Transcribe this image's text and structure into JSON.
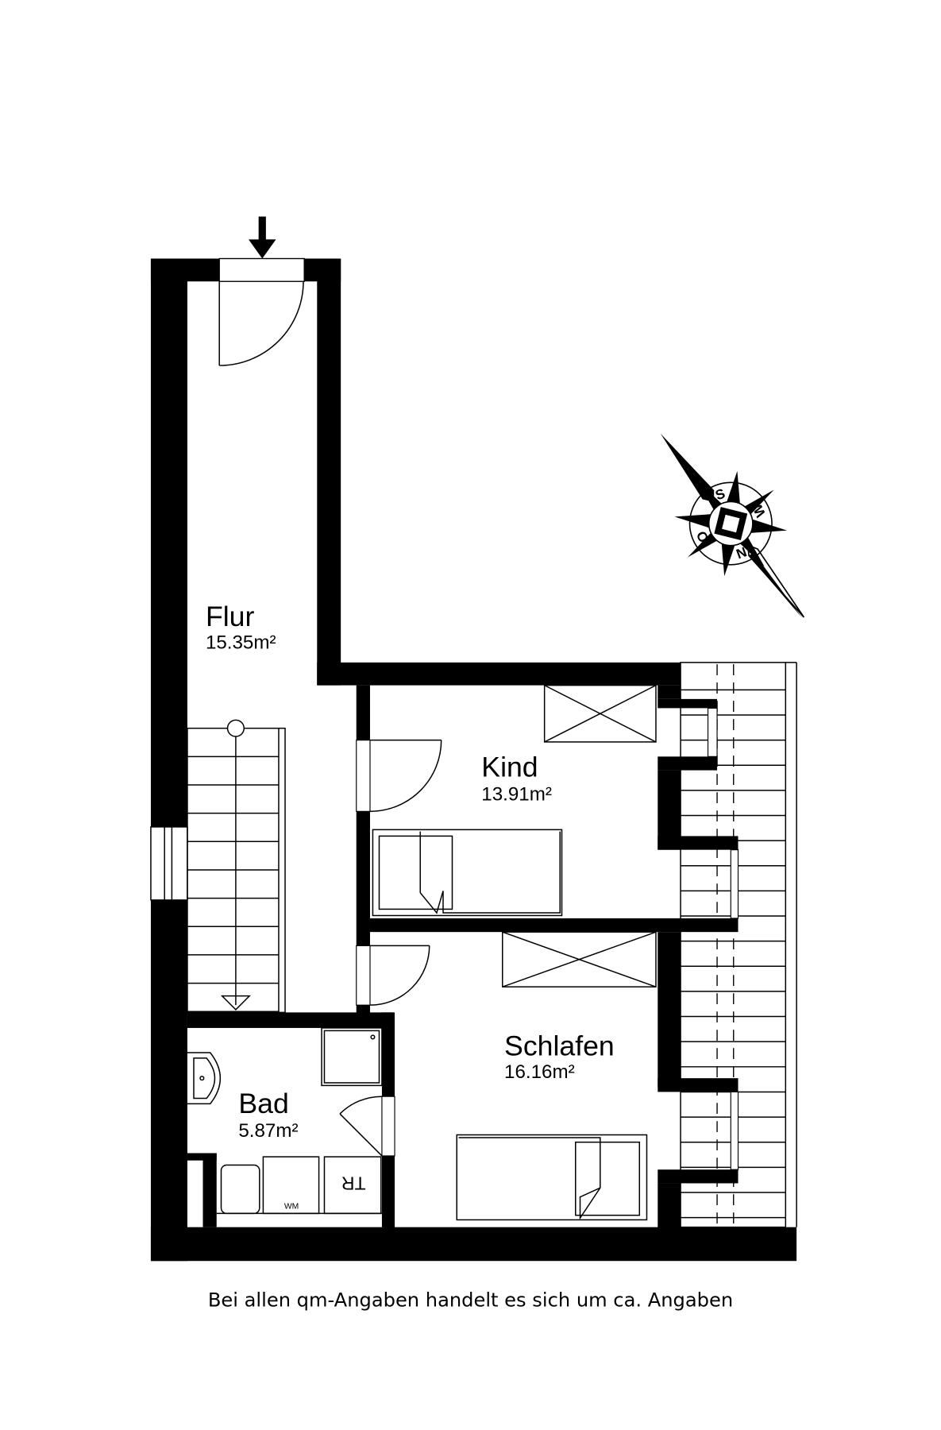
{
  "rooms": {
    "flur": {
      "name": "Flur",
      "area": "15.35m²"
    },
    "kind": {
      "name": "Kind",
      "area": "13.91m²"
    },
    "schlafen": {
      "name": "Schlafen",
      "area": "16.16m²"
    },
    "bad": {
      "name": "Bad",
      "area": "5.87m²"
    }
  },
  "appliances": {
    "washing_machine": "WM",
    "dryer": "TR"
  },
  "compass": {
    "north": "N",
    "east": "O",
    "south": "S",
    "west": "W"
  },
  "footer": "Bei allen qm-Angaben handelt es sich um ca. Angaben",
  "icons": {
    "entrance": "arrow-down-icon",
    "compass": "compass-rose-icon"
  }
}
